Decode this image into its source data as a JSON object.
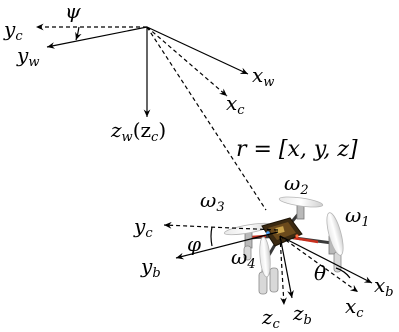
{
  "world_frame": {
    "yc_label": "y",
    "yc_sub": "c",
    "psi_label": "ψ",
    "yw_label": "y",
    "yw_sub": "w",
    "xw_label": "x",
    "xw_sub": "w",
    "xc_label": "x",
    "xc_sub": "c",
    "zw_label": "z",
    "zw_sub": "w",
    "zw_paren_open": "(z",
    "zw_paren_sub": "c",
    "zw_paren_close": ")"
  },
  "position_vector": {
    "text": "r = [x, y, z]"
  },
  "drone_frame": {
    "omega1": "ω",
    "omega1_sub": "1",
    "omega2": "ω",
    "omega2_sub": "2",
    "omega3": "ω",
    "omega3_sub": "3",
    "omega4": "ω",
    "omega4_sub": "4",
    "yc_label": "y",
    "yc_sub": "c",
    "phi_label": "φ",
    "yb_label": "y",
    "yb_sub": "b",
    "theta_label": "θ",
    "xb_label": "x",
    "xb_sub": "b",
    "xc_label": "x",
    "xc_sub": "c",
    "zc_label": "z",
    "zc_sub": "c",
    "zb_label": "z",
    "zb_sub": "b"
  }
}
